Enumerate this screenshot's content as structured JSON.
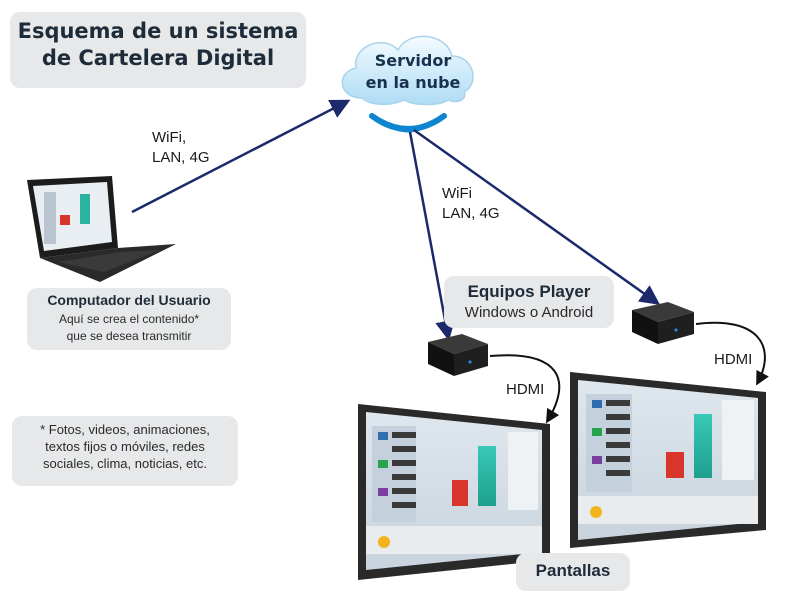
{
  "title": {
    "line1": "Esquema de un sistema",
    "line2": "de Cartelera Digital"
  },
  "cloud": {
    "line1": "Servidor",
    "line2": "en la nube"
  },
  "link_user": {
    "line1": "WiFi,",
    "line2": "LAN, 4G"
  },
  "link_players": {
    "line1": "WiFi",
    "line2": "LAN, 4G"
  },
  "user_box": {
    "title": "Computador del Usuario",
    "line1": "Aquí se crea el contenido*",
    "line2": "que se desea transmitir"
  },
  "footnote": {
    "line1": "* Fotos, videos, animaciones,",
    "line2": "textos fijos o móviles, redes",
    "line3": "sociales, clima, noticias, etc."
  },
  "players": {
    "title": "Equipos Player",
    "subtitle": "Windows o Android"
  },
  "hdmi_left": "HDMI",
  "hdmi_right": "HDMI",
  "screens_label": "Pantallas",
  "colors": {
    "arrow": "#1c2a6b",
    "cloud_top": "#eaf6fd",
    "cloud_bottom": "#b8e1f7",
    "signal": "#0d86cf",
    "label_box": "#e6e8ea"
  }
}
